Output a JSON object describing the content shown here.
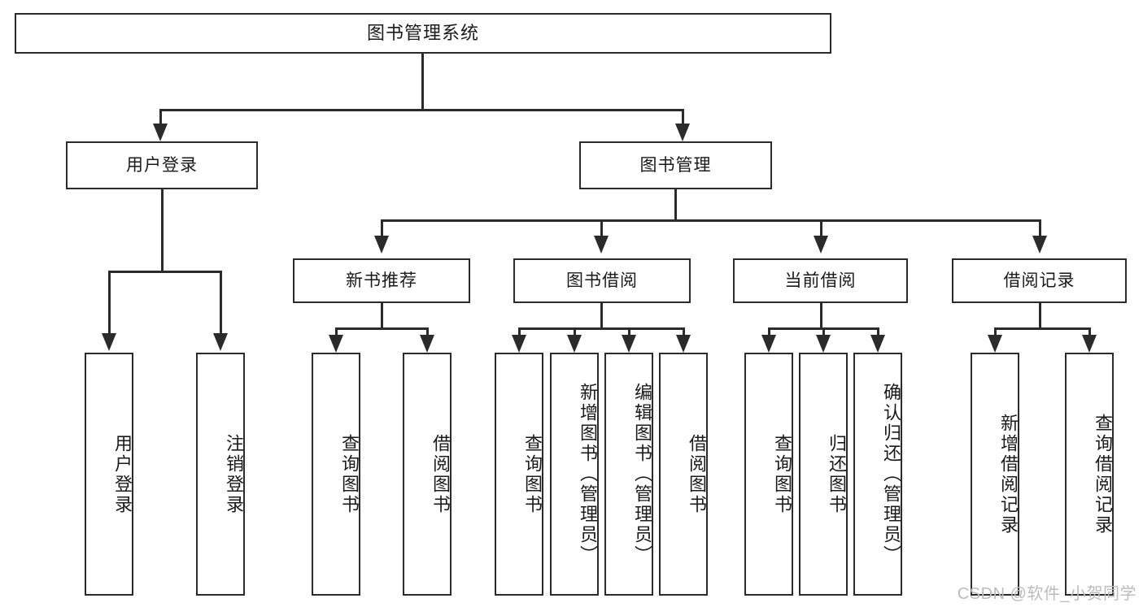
{
  "diagram": {
    "title": "图书管理系统",
    "type": "tree",
    "root": {
      "label": "图书管理系统"
    },
    "level1": [
      {
        "label": "用户登录"
      },
      {
        "label": "图书管理"
      }
    ],
    "level2": [
      {
        "label": "新书推荐"
      },
      {
        "label": "图书借阅"
      },
      {
        "label": "当前借阅"
      },
      {
        "label": "借阅记录"
      }
    ],
    "leaves": {
      "user_login": [
        {
          "label": "用户登录"
        },
        {
          "label": "注销登录"
        }
      ],
      "new_book_recommend": [
        {
          "label": "查询图书"
        },
        {
          "label": "借阅图书"
        }
      ],
      "book_borrow": [
        {
          "label": "查询图书"
        },
        {
          "label": "新增图书（管理员）"
        },
        {
          "label": "编辑图书（管理员）"
        },
        {
          "label": "借阅图书"
        }
      ],
      "current_borrow": [
        {
          "label": "查询图书"
        },
        {
          "label": "归还图书"
        },
        {
          "label": "确认归还（管理员）"
        }
      ],
      "borrow_record": [
        {
          "label": "新增借阅记录"
        },
        {
          "label": "查询借阅记录"
        }
      ]
    }
  },
  "watermark": {
    "text": "CSDN @软件_小贺同学"
  },
  "colors": {
    "stroke": "#2b2b2b",
    "fill": "#ffffff",
    "text": "#1a1a1a",
    "watermark": "#bcbcbc"
  }
}
